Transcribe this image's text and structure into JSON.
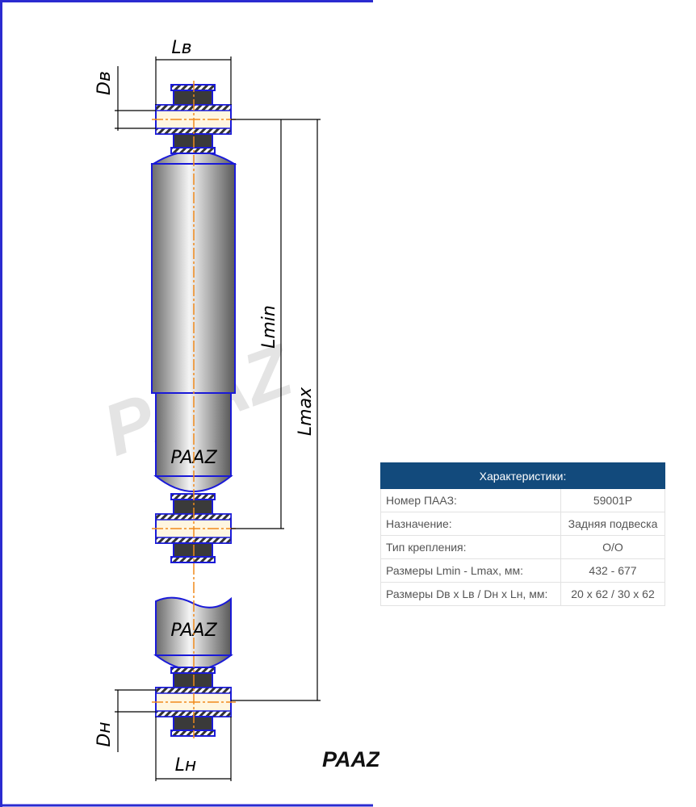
{
  "drawing": {
    "labels": {
      "lv": "Lв",
      "dv": "Dв",
      "lmin": "Lmin",
      "lmax": "Lmax",
      "dn": "Dн",
      "ln": "Lн"
    },
    "body_text": "PAAZ",
    "watermark": "PAAZ",
    "logo": "PAAZ",
    "colors": {
      "frame": "#2b2bd0",
      "outline": "#1a1ad8",
      "centerline": "#f08a1c",
      "rubber": "#3a3a3a"
    }
  },
  "specs": {
    "title": "Характеристики:",
    "rows": [
      {
        "label": "Номер ПААЗ:",
        "value": "59001P"
      },
      {
        "label": "Назначение:",
        "value": "Задняя подвеска"
      },
      {
        "label": "Тип крепления:",
        "value": "O/O"
      },
      {
        "label": "Размеры Lmin - Lmax, мм:",
        "value": "432 - 677"
      },
      {
        "label": "Размеры Dв x Lв / Dн x Lн, мм:",
        "value": "20 x 62 / 30 x 62"
      }
    ],
    "header_color": "#124a7c"
  }
}
